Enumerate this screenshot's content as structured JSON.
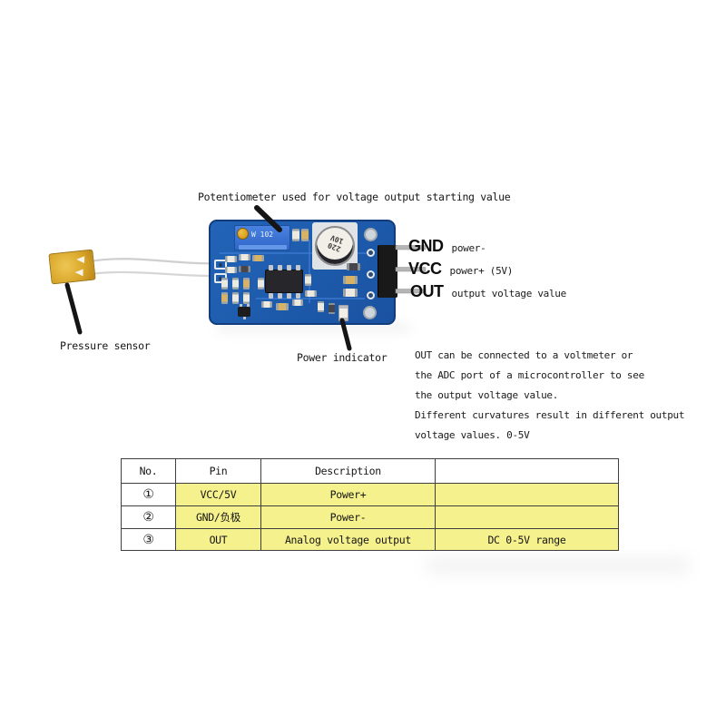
{
  "annotations": {
    "potentiometer": "Potentiometer used for voltage output starting value",
    "pressure_sensor": "Pressure sensor",
    "power_indicator": "Power indicator"
  },
  "pin_callouts": [
    {
      "name": "GND",
      "desc": "power-"
    },
    {
      "name": "VCC",
      "desc": "power+ (5V)"
    },
    {
      "name": "OUT",
      "desc": "output voltage value"
    }
  ],
  "board_markings": {
    "potentiometer": "W 102",
    "capacitor": "220 10V"
  },
  "description_lines": [
    "OUT can be connected to a voltmeter or",
    "the ADC port of a microcontroller to see",
    "the output voltage value.",
    "Different curvatures result in different output",
    "voltage values. 0-5V"
  ],
  "table": {
    "headers": [
      "No.",
      "Pin",
      "Description",
      ""
    ],
    "rows": [
      [
        "①",
        "VCC/5V",
        "Power+",
        ""
      ],
      [
        "②",
        "GND/负极",
        "Power-",
        ""
      ],
      [
        "③",
        "OUT",
        "Analog voltage output",
        "DC 0-5V range"
      ]
    ]
  },
  "colors": {
    "pcb_blue": "#1f5cb0",
    "table_yellow": "#f5f18c",
    "sensor_amber": "#d8a426",
    "annotation_black": "#161616"
  }
}
